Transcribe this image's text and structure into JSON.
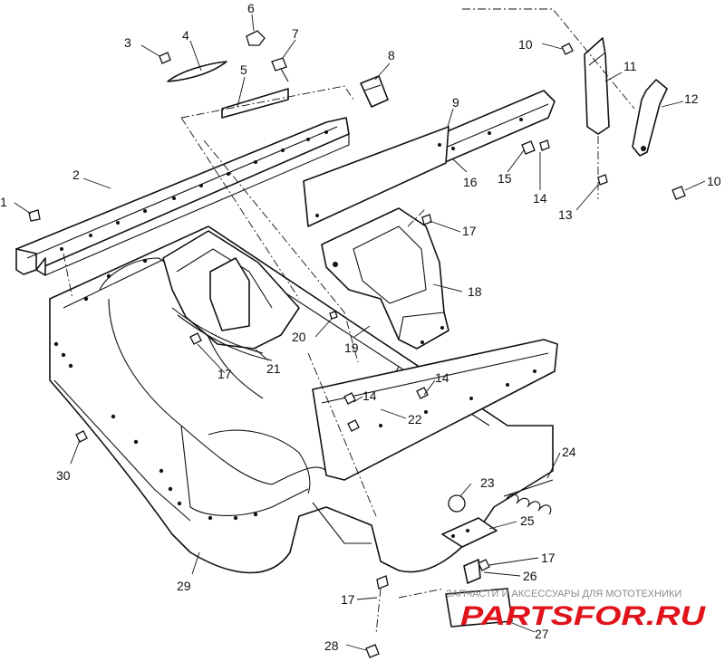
{
  "callouts": [
    {
      "id": "c1",
      "label": "1"
    },
    {
      "id": "c2",
      "label": "2"
    },
    {
      "id": "c3",
      "label": "3"
    },
    {
      "id": "c4",
      "label": "4"
    },
    {
      "id": "c5",
      "label": "5"
    },
    {
      "id": "c6",
      "label": "6"
    },
    {
      "id": "c7",
      "label": "7"
    },
    {
      "id": "c8",
      "label": "8"
    },
    {
      "id": "c9",
      "label": "9"
    },
    {
      "id": "c10a",
      "label": "10"
    },
    {
      "id": "c10b",
      "label": "10"
    },
    {
      "id": "c11",
      "label": "11"
    },
    {
      "id": "c12",
      "label": "12"
    },
    {
      "id": "c13",
      "label": "13"
    },
    {
      "id": "c14a",
      "label": "14"
    },
    {
      "id": "c14b",
      "label": "14"
    },
    {
      "id": "c14c",
      "label": "14"
    },
    {
      "id": "c15",
      "label": "15"
    },
    {
      "id": "c16",
      "label": "16"
    },
    {
      "id": "c17a",
      "label": "17"
    },
    {
      "id": "c17b",
      "label": "17"
    },
    {
      "id": "c17c",
      "label": "17"
    },
    {
      "id": "c17d",
      "label": "17"
    },
    {
      "id": "c18",
      "label": "18"
    },
    {
      "id": "c19",
      "label": "19"
    },
    {
      "id": "c20",
      "label": "20"
    },
    {
      "id": "c21",
      "label": "21"
    },
    {
      "id": "c22",
      "label": "22"
    },
    {
      "id": "c23",
      "label": "23"
    },
    {
      "id": "c24",
      "label": "24"
    },
    {
      "id": "c25",
      "label": "25"
    },
    {
      "id": "c26",
      "label": "26"
    },
    {
      "id": "c27",
      "label": "27"
    },
    {
      "id": "c28",
      "label": "28"
    },
    {
      "id": "c29",
      "label": "29"
    },
    {
      "id": "c30",
      "label": "30"
    }
  ],
  "watermark": {
    "caption": "ЗАПЧАСТИ И АКСЕССУАРЫ ДЛЯ МОТОТЕХНИКИ",
    "logo": "PARTSFOR.RU"
  },
  "colors": {
    "line": "#111111",
    "background": "#ffffff",
    "watermark_logo": "#e0121a",
    "watermark_caption": "#8a8a8a"
  }
}
